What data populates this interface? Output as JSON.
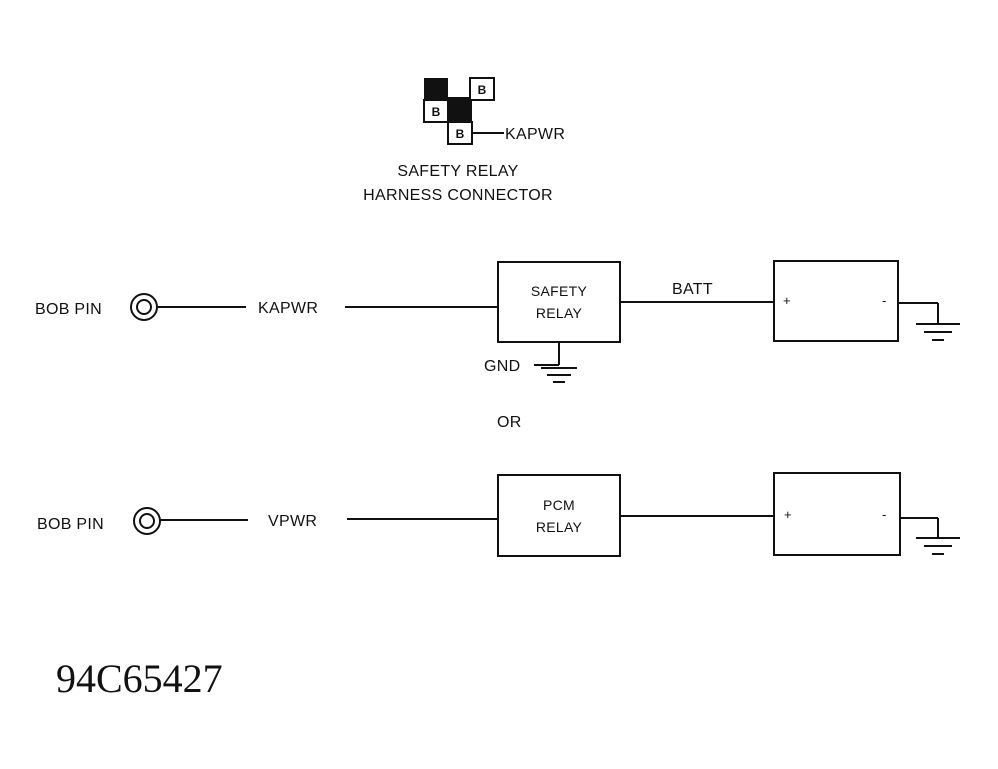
{
  "connector": {
    "pin_label": "B",
    "wire_label": "KAPWR",
    "title_line1": "SAFETY RELAY",
    "title_line2": "HARNESS CONNECTOR"
  },
  "circuit1": {
    "pin_label": "BOB PIN",
    "wire_label": "KAPWR",
    "relay_line1": "SAFETY",
    "relay_line2": "RELAY",
    "gnd_label": "GND",
    "batt_label": "BATT",
    "battery_plus": "+",
    "battery_minus": "-"
  },
  "or_label": "OR",
  "circuit2": {
    "pin_label": "BOB PIN",
    "wire_label": "VPWR",
    "relay_line1": "PCM",
    "relay_line2": "RELAY",
    "battery_plus": "+",
    "battery_minus": "-"
  },
  "figure_id": "94C65427"
}
